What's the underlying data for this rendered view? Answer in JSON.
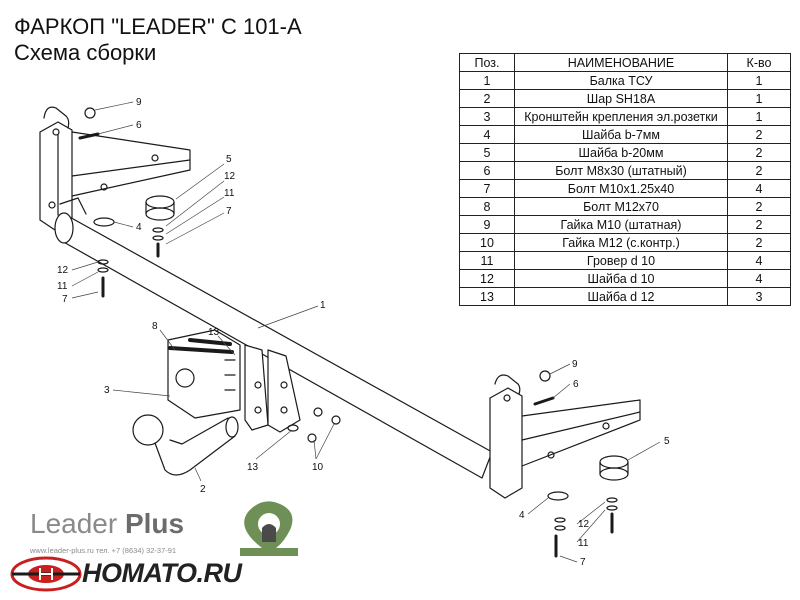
{
  "title": {
    "line1": "ФАРКОП \"LEADER\" С 101-А",
    "line2": "Схема сборки"
  },
  "table": {
    "headers": [
      "Поз.",
      "НАИМЕНОВАНИЕ",
      "К-во"
    ],
    "rows": [
      [
        "1",
        "Балка ТСУ",
        "1"
      ],
      [
        "2",
        "Шар SH18A",
        "1"
      ],
      [
        "3",
        "Кронштейн крепления эл.розетки",
        "1"
      ],
      [
        "4",
        "Шайба b-7мм",
        "2"
      ],
      [
        "5",
        "Шайба b-20мм",
        "2"
      ],
      [
        "6",
        "Болт М8х30 (штатный)",
        "2"
      ],
      [
        "7",
        "Болт М10х1.25х40",
        "4"
      ],
      [
        "8",
        "Болт М12х70",
        "2"
      ],
      [
        "9",
        "Гайка М10 (штатная)",
        "2"
      ],
      [
        "10",
        "Гайка М12 (с.контр.)",
        "2"
      ],
      [
        "11",
        "Гровер d 10",
        "4"
      ],
      [
        "12",
        "Шайба d 10",
        "4"
      ],
      [
        "13",
        "Шайба d 12",
        "3"
      ]
    ]
  },
  "callouts": {
    "top_left": [
      "9",
      "6",
      "5",
      "12",
      "11",
      "7",
      "4",
      "12",
      "11",
      "7"
    ],
    "middle": [
      "1",
      "8",
      "13",
      "3",
      "2",
      "13",
      "10"
    ],
    "right": [
      "9",
      "6",
      "5",
      "4",
      "12",
      "11",
      "7"
    ]
  },
  "footer": {
    "brand_plain": "Leader",
    "brand_bold": "Plus",
    "contact": "www.leader-plus.ru   тел. +7 (8634) 32-37-91",
    "shop": "HOMATO.RU"
  },
  "colors": {
    "line": "#1a1a1a",
    "logo_green": "#6e8f55",
    "logo_red": "#c8201e",
    "brand_gray": "#8a8a8a"
  },
  "icons": [
    "leader-plus-omega-logo",
    "homato-wheel-logo"
  ]
}
